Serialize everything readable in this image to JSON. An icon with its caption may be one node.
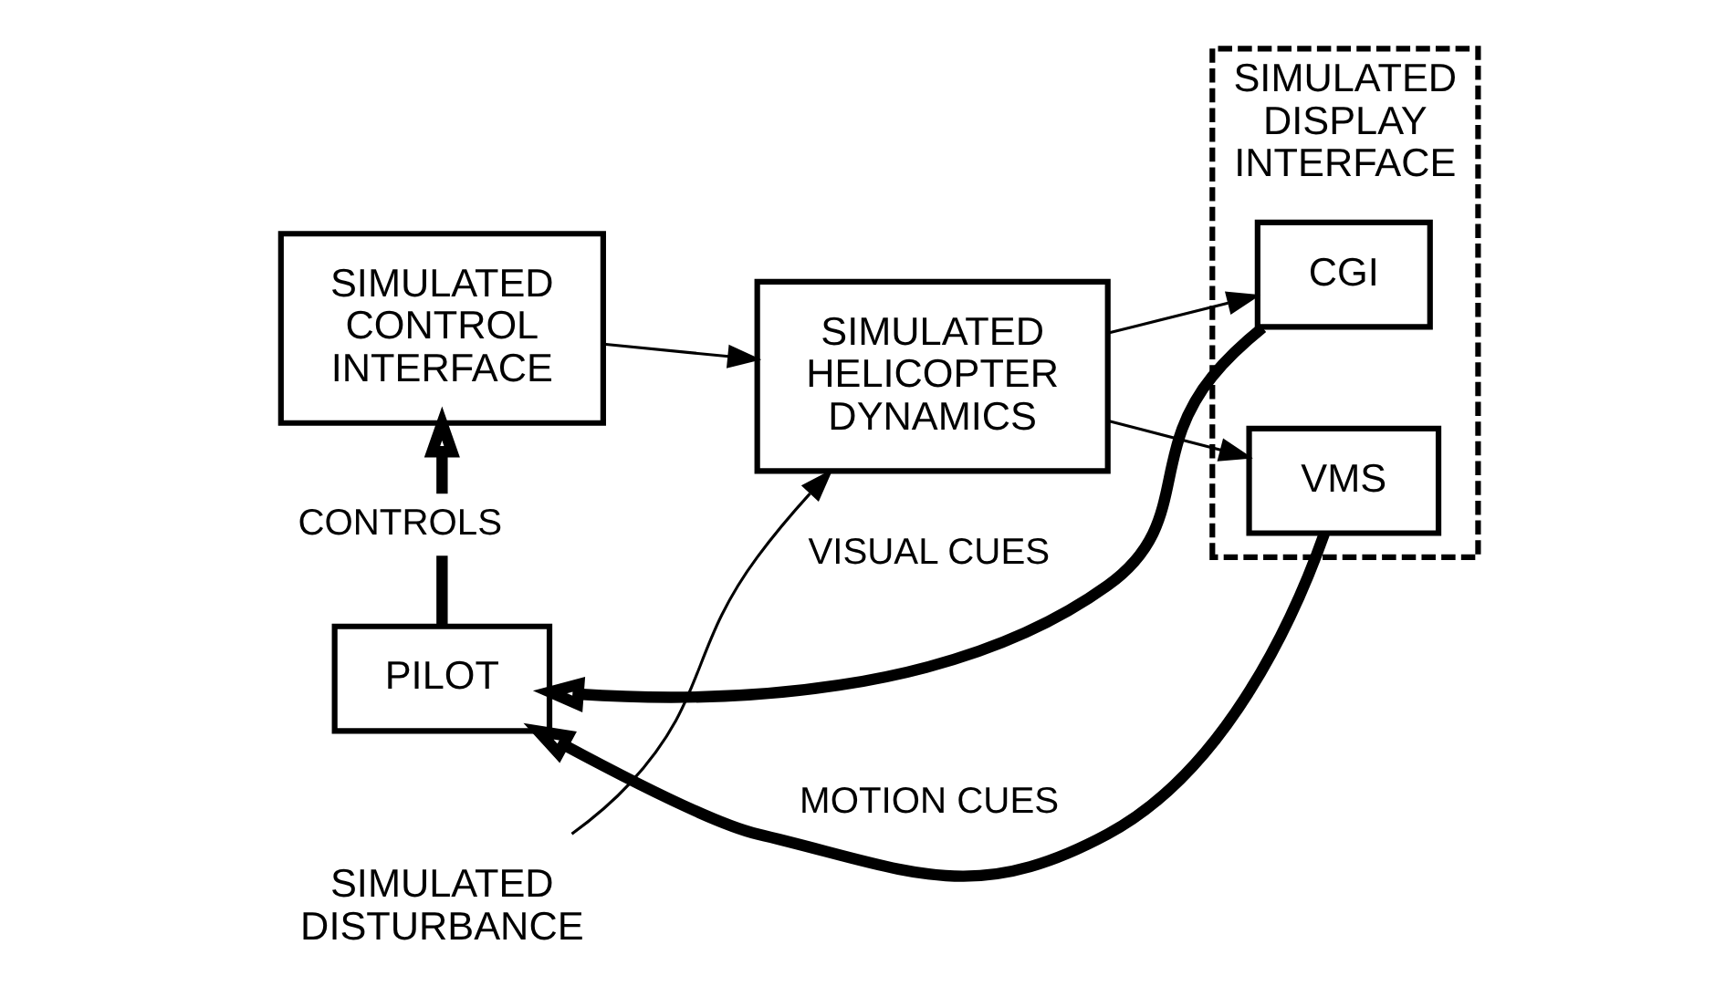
{
  "diagram": {
    "nodes": [
      {
        "text": [
          "SIMULATED CONTROL INTERFACE"
        ]
      },
      {
        "text": [
          "SIMULATED HELICOPTER DYNAMICS"
        ]
      },
      {
        "text": [
          "SIMULATED DISPLAY INTERFACE"
        ]
      },
      {
        "text": [
          "CGI"
        ],
        "in": 2
      },
      {
        "text": [
          "VMS"
        ],
        "in": 2
      },
      {
        "text": [
          "PILOT"
        ]
      },
      {
        "text": [
          "SIMULATED DISTURBANCE"
        ]
      }
    ],
    "edges": [
      {
        "from": 6,
        "to": 1,
        "arrow": "to"
      },
      {
        "from": 0,
        "to": 1,
        "arrow": "to"
      },
      {
        "from": 1,
        "to": 3,
        "arrow": "to"
      },
      {
        "from": 1,
        "to": 4,
        "arrow": "to"
      },
      {
        "from": 4,
        "to": 5,
        "arrow": "to",
        "label": "MOTION CUES",
        "style": "thick"
      },
      {
        "from": 3,
        "to": 5,
        "arrow": "to",
        "label": "VISUAL CUES",
        "style": "thick"
      },
      {
        "from": 5,
        "to": 0,
        "arrow": "to",
        "label": "CONTROLS",
        "style": "thick"
      }
    ]
  }
}
